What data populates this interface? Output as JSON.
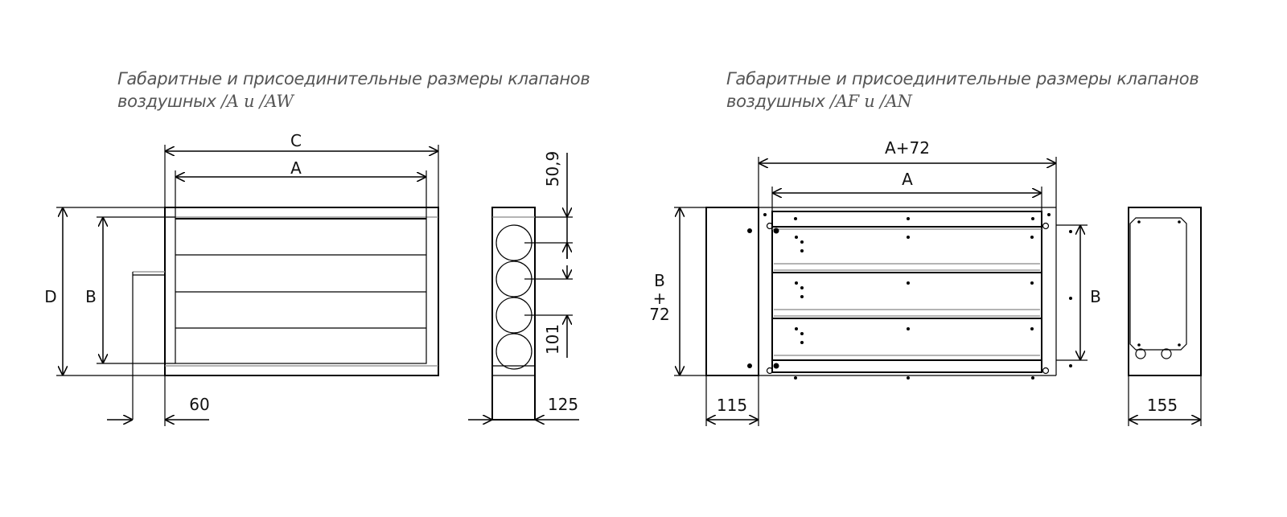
{
  "left": {
    "title_line1": "Габаритные и присоединительные размеры клапанов",
    "title_line2_prefix": "воздушных ",
    "title_line2_code": "/A и /AW",
    "dims": {
      "C": "C",
      "A": "A",
      "D": "D",
      "B": "B",
      "d60": "60",
      "d50_9": "50,9",
      "d101": "101",
      "d125": "125"
    }
  },
  "right": {
    "title_line1": "Габаритные и присоединительные размеры клапанов",
    "title_line2_prefix": "воздушных ",
    "title_line2_code": "/AF и /AN",
    "dims": {
      "A72": "A+72",
      "A": "A",
      "B_top": "B",
      "plus": "+",
      "d72": "72",
      "B": "B",
      "d115": "115",
      "d155": "155"
    }
  }
}
